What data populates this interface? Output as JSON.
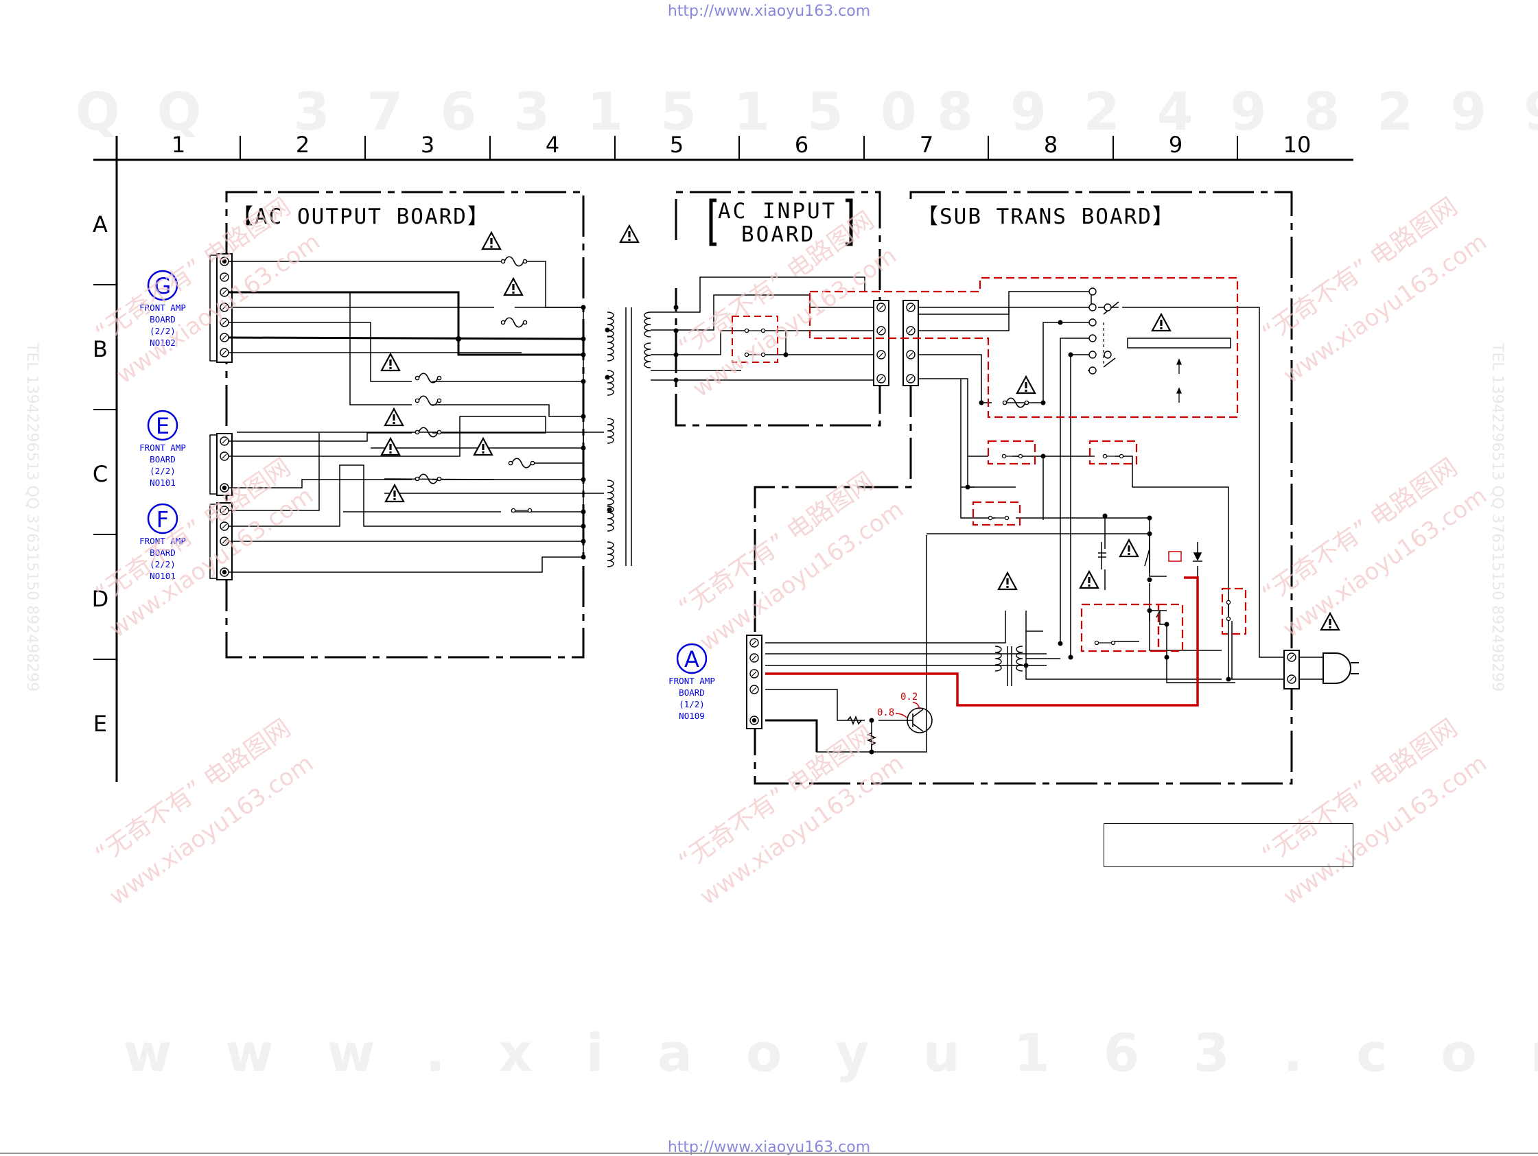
{
  "header": {
    "url_top": "http://www.xiaoyu163.com",
    "url_bottom": "http://www.xiaoyu163.com"
  },
  "watermarks": {
    "qq_left": "QQ 376315150",
    "qq_right": "892498299",
    "site": "www.xiaoyu163.com",
    "diagonal_cn": "“无奇不有” 电路图网",
    "diagonal_site": "www.xiaoyu163.com",
    "tel_vertical": "TEL 13942296513 QQ 376315150 892498299"
  },
  "grid": {
    "columns": [
      "1",
      "2",
      "3",
      "4",
      "5",
      "6",
      "7",
      "8",
      "9",
      "10"
    ],
    "rows": [
      "A",
      "B",
      "C",
      "D",
      "E"
    ]
  },
  "boards": {
    "ac_output": "【AC OUTPUT BOARD】",
    "ac_input_line1": "AC INPUT",
    "ac_input_line2": "BOARD",
    "sub_trans": "【SUB TRANS BOARD】"
  },
  "connectors": [
    {
      "letter": "G",
      "lines": [
        "FRONT AMP",
        "BOARD",
        "(2/2)",
        "NO102"
      ]
    },
    {
      "letter": "E",
      "lines": [
        "FRONT AMP",
        "BOARD",
        "(2/2)",
        "NO101"
      ]
    },
    {
      "letter": "F",
      "lines": [
        "FRONT AMP",
        "BOARD",
        "(2/2)",
        "NO101"
      ]
    },
    {
      "letter": "A",
      "lines": [
        "FRONT AMP",
        "BOARD",
        "(1/2)",
        "NO109"
      ]
    }
  ],
  "voltages": {
    "collector": "0.2",
    "base": "0.8"
  },
  "colors": {
    "line": "#000000",
    "accent_red": "#cc0000",
    "connector_blue": "#0000dd",
    "watermark": "#f1f1f1"
  }
}
